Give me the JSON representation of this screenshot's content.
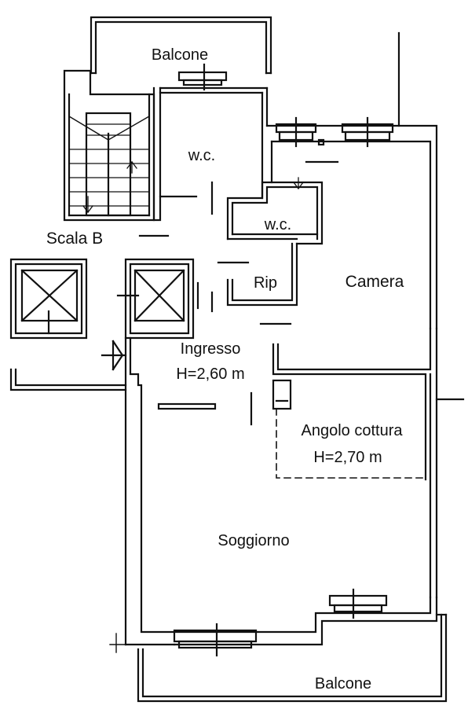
{
  "rooms": {
    "balcone_top": "Balcone",
    "wc_main": "w.c.",
    "wc_small": "w.c.",
    "scala": "Scala B",
    "rip": "Rip",
    "camera": "Camera",
    "ingresso": "Ingresso",
    "ingresso_height": "H=2,60 m",
    "angolo": "Angolo cottura",
    "angolo_height": "H=2,70 m",
    "soggiorno": "Soggiorno",
    "balcone_bottom": "Balcone"
  },
  "colors": {
    "line": "#111111",
    "background": "#ffffff"
  }
}
